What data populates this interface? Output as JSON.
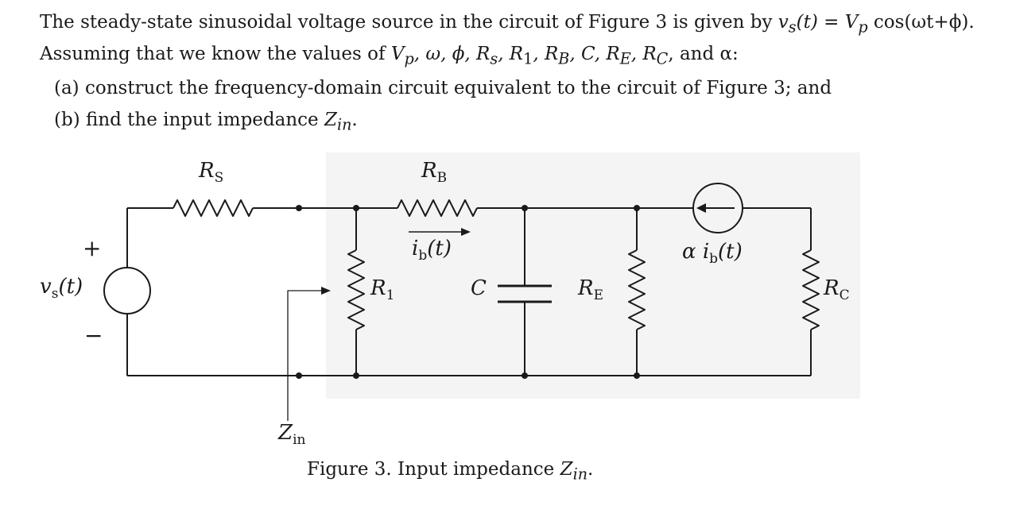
{
  "problem": {
    "line1_pre": "The steady-state sinusoidal voltage source in the circuit of Figure 3 is given by ",
    "line1_math": "v",
    "line1_math_sub": "s",
    "line1_rest": "(t) = V",
    "line1_vp_sub": "p",
    "line1_end": " cos(ωt+ϕ).",
    "line2_pre": "Assuming that we know the values of ",
    "line2_vars": "V",
    "line2_vars_sub": "p",
    "line2_vars_rest": ", ω, ϕ, R",
    "line2_rs_sub": "s",
    "line2_r1": ", R",
    "line2_r1_sub": "1",
    "line2_rb": ", R",
    "line2_rb_sub": "B",
    "line2_c": ", C, R",
    "line2_re_sub": "E",
    "line2_rc": ", R",
    "line2_rc_sub": "C",
    "line2_end": ", and α:",
    "part_a": "(a)  construct the frequency-domain circuit equivalent to the circuit of Figure 3; and",
    "part_b_pre": "(b)  find the input impedance ",
    "part_b_z": "Z",
    "part_b_z_sub": "in",
    "part_b_end": "."
  },
  "circuit": {
    "rs": "R",
    "rs_sub": "S",
    "rb": "R",
    "rb_sub": "B",
    "ib": "i",
    "ib_sub": "b",
    "ib_rest": "(t)",
    "r1": "R",
    "r1_sub": "1",
    "c": "C",
    "re": "R",
    "re_sub": "E",
    "alpha_ib": "α i",
    "alpha_sub": "b",
    "alpha_rest": "(t)",
    "rc": "R",
    "rc_sub": "C",
    "vs": "v",
    "vs_sub": "s",
    "vs_rest": "(t)",
    "plus": "+",
    "minus": "−",
    "zin": "Z",
    "zin_sub": "in"
  },
  "caption": {
    "pre": "Figure 3.  Input impedance ",
    "z": "Z",
    "z_sub": "in",
    "end": "."
  }
}
